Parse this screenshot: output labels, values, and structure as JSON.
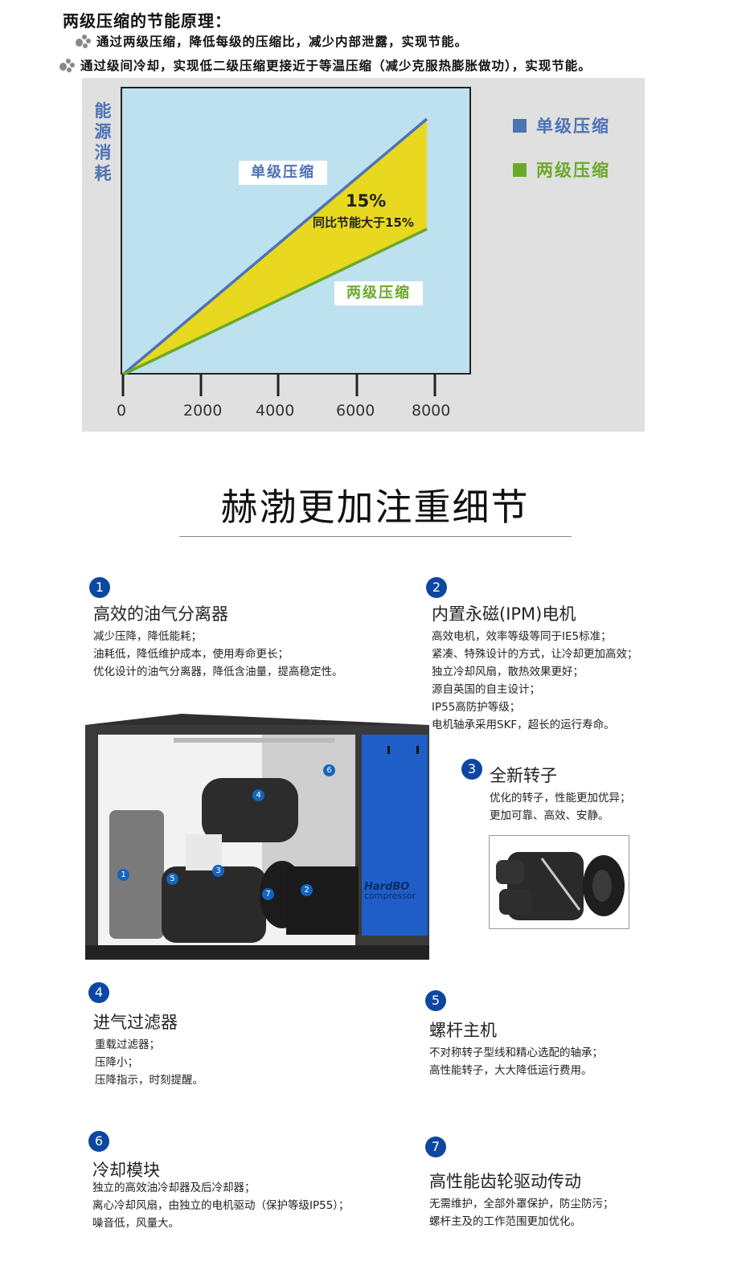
{
  "intro": {
    "title": "两级压缩的节能原理：",
    "bullets": [
      "通过两级压缩，降低每级的压缩比，减少内部泄露，实现节能。",
      "通过级间冷却，实现低二级压缩更接近于等温压缩（减少克服热膨胀做功），实现节能。"
    ],
    "bullet_icon": "paw-icon"
  },
  "chart_data": {
    "type": "area",
    "title": "",
    "ylabel": "能源消耗",
    "xlabel": "",
    "x_ticks": [
      "0",
      "2000",
      "4000",
      "6000",
      "8000"
    ],
    "x": [
      0,
      8000
    ],
    "xlim": [
      0,
      9000
    ],
    "grid": false,
    "legend_position": "right",
    "series": [
      {
        "name": "单级压缩",
        "color": "#4d72b6",
        "values": [
          0,
          100
        ]
      },
      {
        "name": "两级压缩",
        "color": "#6aaa2a",
        "values": [
          0,
          57
        ]
      }
    ],
    "fill_between": {
      "color": "#e8d820",
      "label": "15%",
      "sublabel": "同比节能大于15%"
    },
    "annotations": [
      {
        "text": "单级压缩",
        "color": "#4d72b6"
      },
      {
        "text": "两级压缩",
        "color": "#6aaa2a"
      },
      {
        "text": "15%"
      },
      {
        "text": "同比节能大于15%"
      }
    ],
    "colors": {
      "plot_bg": "#bde1ee",
      "panel_bg": "#e0e0e0",
      "single": "#4d72b6",
      "two_stage": "#6aaa2a",
      "savings": "#e8d820"
    }
  },
  "chart": {
    "ylabel_chars": [
      "能",
      "源",
      "消",
      "耗"
    ],
    "ticks": [
      "0",
      "2000",
      "4000",
      "6000",
      "8000"
    ],
    "label_single": "单级压缩",
    "label_two": "两级压缩",
    "pct": "15%",
    "pct_sub": "同比节能大于15%",
    "legend": [
      {
        "label": "单级压缩",
        "color": "#4d72b6"
      },
      {
        "label": "两级压缩",
        "color": "#6aaa2a"
      }
    ]
  },
  "details": {
    "title": "赫渤更加注重细节",
    "brand": {
      "line1": "HardBO",
      "line2": "compressor"
    },
    "features": [
      {
        "num": "1",
        "title": "高效的油气分离器",
        "lines": [
          "减少压降，降低能耗；",
          "油耗低，降低维护成本，使用寿命更长；",
          "优化设计的油气分离器，降低含油量，提高稳定性。"
        ]
      },
      {
        "num": "2",
        "title": "内置永磁(IPM)电机",
        "lines": [
          "高效电机，效率等级等同于IE5标准；",
          "紧凑、特殊设计的方式，让冷却更加高效；",
          "独立冷却风扇，散热效果更好；",
          "源自英国的自主设计；",
          "IP55高防护等级；",
          "电机轴承采用SKF，超长的运行寿命。"
        ]
      },
      {
        "num": "3",
        "title": "全新转子",
        "lines": [
          "优化的转子，性能更加优异；",
          "更加可靠、高效、安静。"
        ]
      },
      {
        "num": "4",
        "title": "进气过滤器",
        "lines": [
          "重载过滤器；",
          "压降小；",
          "压降指示，时刻提醒。"
        ]
      },
      {
        "num": "5",
        "title": "螺杆主机",
        "lines": [
          "不对称转子型线和精心选配的轴承；",
          "高性能转子，大大降低运行费用。"
        ]
      },
      {
        "num": "6",
        "title": "冷却模块",
        "lines": [
          "独立的高效油冷却器及后冷却器；",
          "离心冷却风扇，由独立的电机驱动（保护等级IP55）；",
          "噪音低，风量大。"
        ]
      },
      {
        "num": "7",
        "title": "高性能齿轮驱动传动",
        "lines": [
          "无需维护，全部外罩保护，防尘防污；",
          "螺杆主及的工作范围更加优化。"
        ]
      }
    ]
  }
}
